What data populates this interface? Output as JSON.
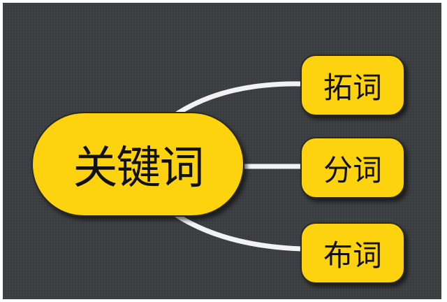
{
  "diagram": {
    "root": {
      "label": "关键词"
    },
    "children": [
      {
        "label": "拓词"
      },
      {
        "label": "分词"
      },
      {
        "label": "布词"
      }
    ],
    "colors": {
      "node": "#fdd20e",
      "background": "#3b3e41",
      "link": "#f2f2f2"
    }
  }
}
